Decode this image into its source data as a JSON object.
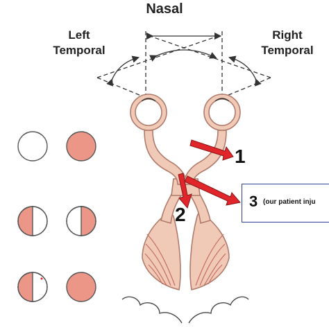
{
  "diagram": {
    "title": "Nasal",
    "left_label": [
      "Left",
      "Temporal"
    ],
    "right_label": [
      "Right",
      "Temporal"
    ],
    "lesion_markers": [
      "1",
      "2",
      "3"
    ],
    "callout_note": "(our patient inju",
    "colors": {
      "pathway": "#f1c9b7",
      "pathway_outline": "#b07a6b",
      "lesion_arrow": "#e0262b",
      "field_deficit": "#ec9688",
      "callout_border": "#2a3f8f"
    },
    "visual_fields": [
      {
        "lesion": "1",
        "left_eye": "normal",
        "right_eye": "blind"
      },
      {
        "lesion": "2",
        "left_eye": "temporal-hemianopia",
        "right_eye": "temporal-hemianopia"
      },
      {
        "lesion": "3",
        "left_eye": "temporal-hemianopia",
        "right_eye": "blind"
      }
    ]
  }
}
